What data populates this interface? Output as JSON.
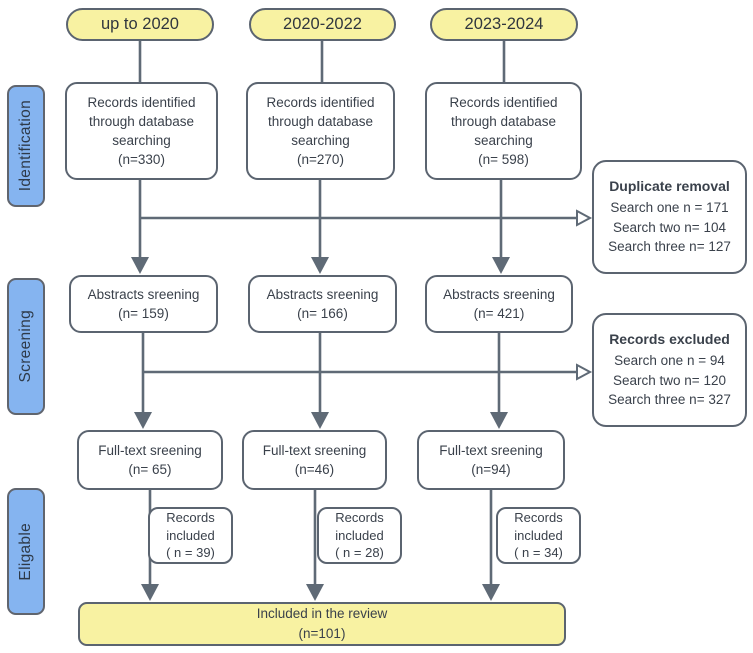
{
  "sidebar": {
    "stages": [
      {
        "label": "Identification"
      },
      {
        "label": "Screening"
      },
      {
        "label": "Eligable"
      }
    ]
  },
  "columns": [
    {
      "period": "up to 2020",
      "identified": "Records identified\nthrough database\nsearching\n(n=330)",
      "abstracts": "Abstracts sreening\n(n= 159)",
      "fulltext": "Full-text sreening\n(n= 65)",
      "included": "Records\nincluded\n( n = 39)"
    },
    {
      "period": "2020-2022",
      "identified": "Records identified\nthrough database\nsearching\n(n=270)",
      "abstracts": "Abstracts sreening\n(n= 166)",
      "fulltext": "Full-text sreening\n(n=46)",
      "included": "Records\nincluded\n( n = 28)"
    },
    {
      "period": "2023-2024",
      "identified": "Records identified\nthrough database\nsearching\n(n= 598)",
      "abstracts": "Abstracts sreening\n(n= 421)",
      "fulltext": "Full-text sreening\n(n=94)",
      "included": "Records\nincluded\n( n = 34)"
    }
  ],
  "annotations": {
    "duplicate_removal": {
      "title": "Duplicate removal",
      "lines": [
        "Search one n = 171",
        "Search two n= 104",
        "Search three n= 127"
      ]
    },
    "records_excluded": {
      "title": "Records excluded",
      "lines": [
        "Search one n = 94",
        "Search two n= 120",
        "Search three n= 327"
      ]
    }
  },
  "final_box": "Included in the review\n(n=101)",
  "colors": {
    "pill_yellow": "#f8f2a2",
    "stage_blue": "#85b4f0",
    "box_border": "#5b6470",
    "arrow_gray": "#5f6a76",
    "text": "#3a414b"
  }
}
